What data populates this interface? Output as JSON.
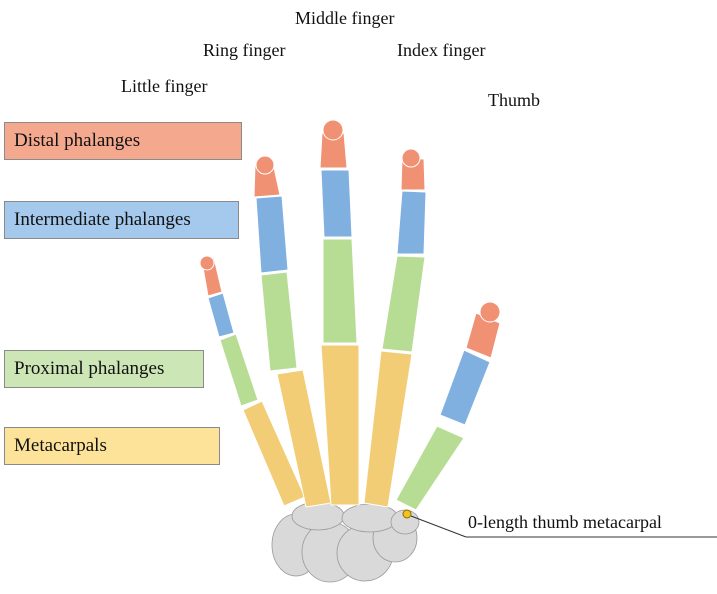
{
  "fingers": {
    "middle": "Middle finger",
    "ring": "Ring finger",
    "index": "Index finger",
    "little": "Little finger",
    "thumb": "Thumb"
  },
  "legend": {
    "distal": {
      "label": "Distal phalanges",
      "color": "#f4a98e"
    },
    "intermediate": {
      "label": "Intermediate phalanges",
      "color": "#a4c9ec"
    },
    "proximal": {
      "label": "Proximal phalanges",
      "color": "#cce7b5"
    },
    "metacarpals": {
      "label": "Metacarpals",
      "color": "#fde29a"
    }
  },
  "bone_colors": {
    "distal": "#f19174",
    "intermediate": "#7fb0e0",
    "proximal": "#b7dd95",
    "metacarpal": "#f3cd75",
    "carpal": "#d9d9d9",
    "outline": "#9a9a9a",
    "marker": "#f0c419"
  },
  "annotation": {
    "label": "0-length thumb metacarpal"
  }
}
